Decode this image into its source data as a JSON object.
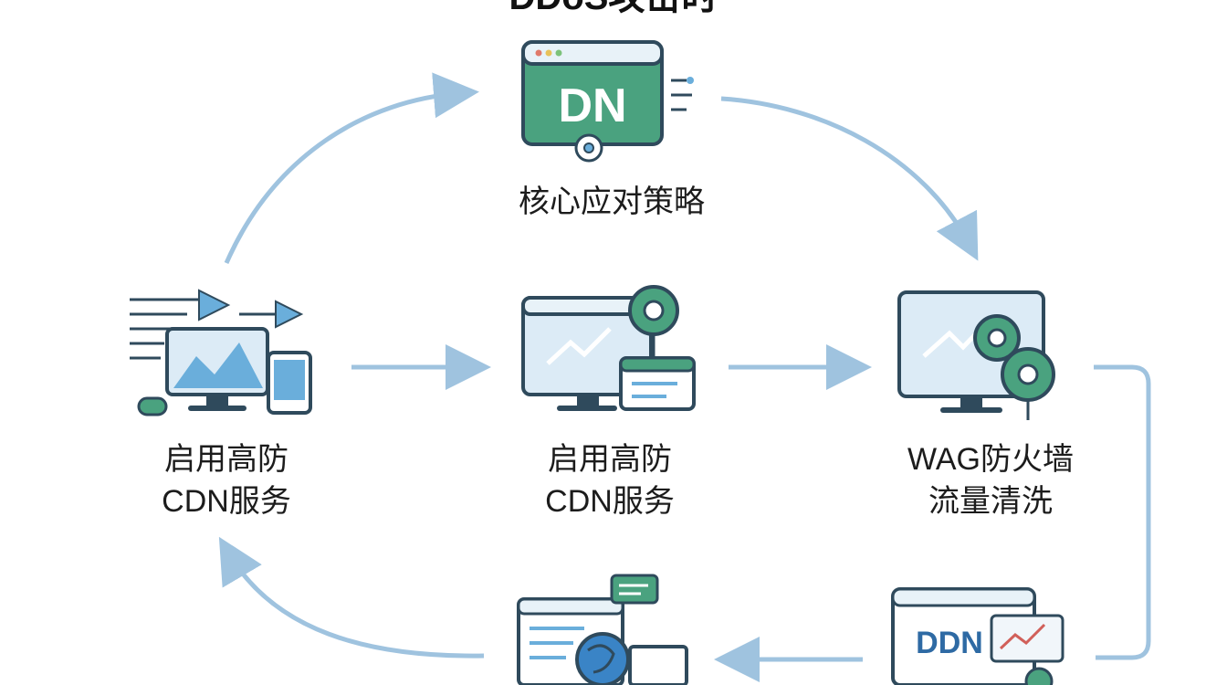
{
  "title": "DDoS攻击时",
  "nodes": {
    "core": {
      "icon_text": "DN",
      "label": "核心应对策略"
    },
    "cdn_left": {
      "label_line1": "启用高防",
      "label_line2": "CDN服务"
    },
    "cdn_center": {
      "label_line1": "启用高防",
      "label_line2": "CDN服务"
    },
    "firewall": {
      "label_line1": "WAG防火墙",
      "label_line2": "流量清洗"
    },
    "ddn": {
      "icon_text": "DDN"
    }
  },
  "colors": {
    "arrow": "#9fc3df",
    "outline": "#2f4a5c",
    "green": "#3f9c7a",
    "screen_blue": "#cfe3f3",
    "chart_blue": "#6aaedb"
  }
}
